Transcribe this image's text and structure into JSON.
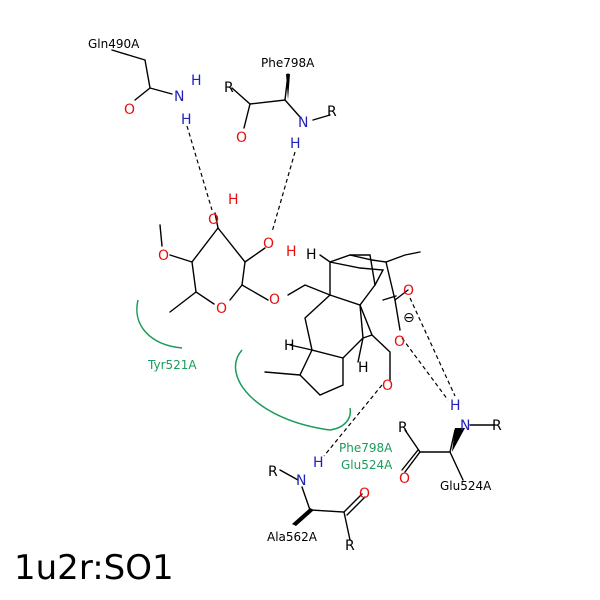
{
  "colors": {
    "bond": "#000000",
    "oxygen": "#e8100e",
    "nitrogen": "#2222b8",
    "hydrophobic": "#1a9c5a"
  },
  "residues": {
    "gln490": "Gln490A",
    "phe798_top": "Phe798A",
    "tyr521": "Tyr521A",
    "phe798_bottom": "Phe798A",
    "glu524_green": "Glu524A",
    "glu524_black": "Glu524A",
    "ala562": "Ala562A"
  },
  "atoms": {
    "O": "O",
    "N": "N",
    "H": "H",
    "R": "R",
    "charge": "⊖"
  },
  "title": "1u2r:SO1"
}
